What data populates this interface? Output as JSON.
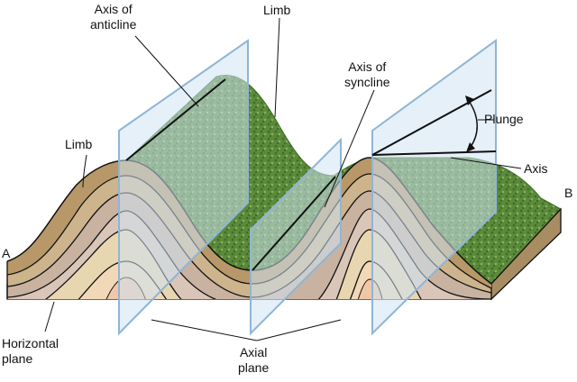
{
  "labels": {
    "axis_anticline": [
      "Axis of",
      "anticline"
    ],
    "limb_top": "Limb",
    "axis_syncline": [
      "Axis of",
      "syncline"
    ],
    "plunge": "Plunge",
    "limb_left": "Limb",
    "axis": "Axis",
    "point_a": "A",
    "point_b": "B",
    "horizontal_plane": [
      "Horizontal",
      "plane"
    ],
    "axial_plane": [
      "Axial",
      "plane"
    ]
  },
  "colors": {
    "grass": "#5a8a3a",
    "grass_dark": "#3f6b28",
    "grass_light": "#8db35e",
    "base_side": "#d8c8a6",
    "base_right": "#a88c62",
    "layer_1": "#b89868",
    "layer_2": "#cdb48c",
    "layer_3": "#c9b2a0",
    "layer_4": "#d9c6b8",
    "layer_5": "#e8d6b0",
    "layer_core": "#f0c7a8",
    "plane_glass": "#cfe3f2",
    "plane_edge": "#8fb5d6",
    "outline": "#111111"
  }
}
